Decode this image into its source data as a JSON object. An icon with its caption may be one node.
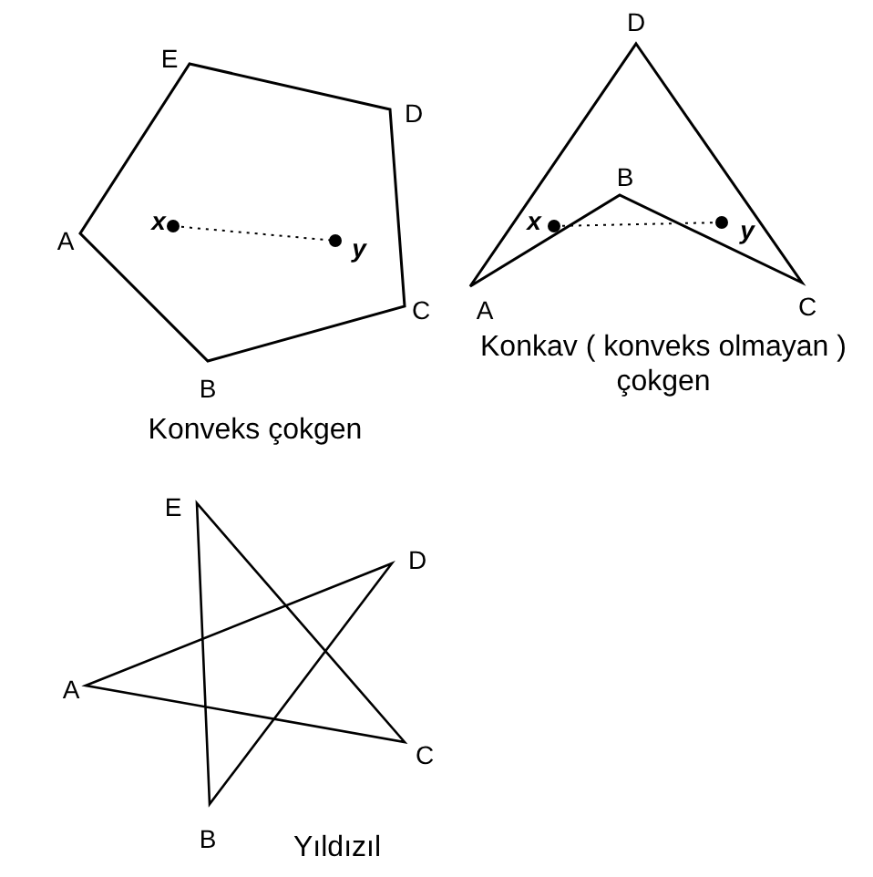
{
  "diagram": {
    "labels": [
      "E",
      "D",
      "A",
      "x",
      "y",
      "C",
      "B",
      "Konveks çokgen",
      "D",
      "B",
      "x",
      "y",
      "A",
      "C",
      "Konkav ( konveks olmayan ) çokgen",
      "E",
      "D",
      "A",
      "C",
      "B",
      "Yıldızıl"
    ]
  }
}
